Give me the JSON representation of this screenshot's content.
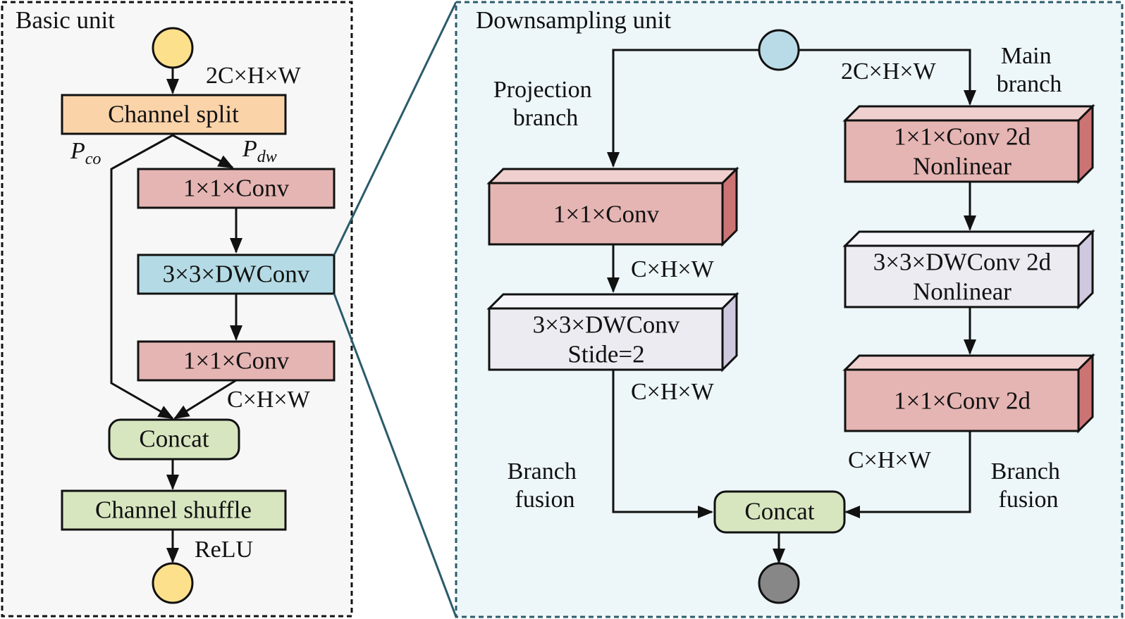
{
  "basic_unit": {
    "title": "Basic unit",
    "input_dims": "2C×H×W",
    "channel_split": "Channel split",
    "p_co": {
      "main": "P",
      "sub": "co"
    },
    "p_dw": {
      "main": "P",
      "sub": "dw"
    },
    "conv1": "1×1×Conv",
    "dwconv": "3×3×DWConv",
    "conv2": "1×1×Conv",
    "conv_out_dims": "C×H×W",
    "concat": "Concat",
    "channel_shuffle": "Channel shuffle",
    "activation": "ReLU"
  },
  "downsampling_unit": {
    "title": "Downsampling unit",
    "input_dims": "2C×H×W",
    "projection_branch": [
      "Projection",
      "branch"
    ],
    "main_branch": [
      "Main",
      "branch"
    ],
    "proj_conv": "1×1×Conv",
    "proj_conv_dims": "C×H×W",
    "proj_dwconv": [
      "3×3×DWConv",
      "Stide=2"
    ],
    "proj_dwconv_dims": "C×H×W",
    "main_conv1": [
      "1×1×Conv 2d",
      "Nonlinear"
    ],
    "main_dwconv": [
      "3×3×DWConv 2d",
      "Nonlinear"
    ],
    "main_conv2": "1×1×Conv 2d",
    "main_out_dims": "C×H×W",
    "branch_fusion_left": [
      "Branch",
      "fusion"
    ],
    "branch_fusion_right": [
      "Branch",
      "fusion"
    ],
    "concat": "Concat"
  },
  "colors": {
    "basic_bg": "#f7f7f7",
    "down_bg": "#edf6f9",
    "down_border": "#2b5b6b",
    "input_circle_basic": "#fde08c",
    "input_circle_down": "#b9dbe7",
    "output_circle_down": "#878787",
    "channel_split": "#fbd3a9",
    "conv": "#e5b5b3",
    "conv_top": "#f0d0ce",
    "conv_side": "#cc7474",
    "dwconv_basic": "#b4dbe5",
    "dwconv_down": "#ecebf1",
    "dwconv_top": "#f6f5f9",
    "dwconv_side": "#cfc9df",
    "green": "#d8e6c0"
  }
}
